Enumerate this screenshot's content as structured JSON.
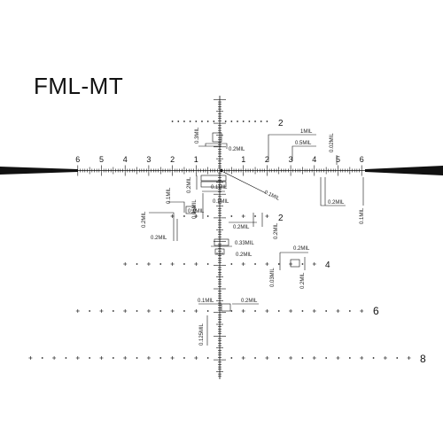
{
  "title": "FML-MT",
  "horizontal_numbers": [
    "6",
    "5",
    "4",
    "3",
    "2",
    "1",
    "1",
    "2",
    "3",
    "4",
    "5",
    "6"
  ],
  "row_numbers": [
    "2",
    "2",
    "4",
    "6",
    "8"
  ],
  "annotations": {
    "a_03mil": "0.3MIL",
    "a_02mil_top": "0.2MIL",
    "a_1mil": "1MIL",
    "a_05mil": "0.5MIL",
    "a_002mil": "0.02MIL",
    "a_01mil_v": "0.1MIL",
    "a_02mil_v": "0.2MIL",
    "a_01mil_h": "0.1MIL",
    "a_005mil": "0.05MIL",
    "a_01mil_diag": "0.1MIL",
    "a_01mil_small": "0.1MIL",
    "a_02mil_right": "0.2MIL",
    "a_01mil_far": "0.1MIL",
    "a_02mil_left_v": "0.2MIL",
    "a_01mil_left": "0.1MIL",
    "a_02mil_left_low": "0.2MIL",
    "a_02mil_center": "0.2MIL",
    "a_02mil_vert": "0.2MIL",
    "a_033mil": "0.33MIL",
    "a_02mil_c2": "0.2MIL",
    "a_02mil_r4": "0.2MIL",
    "a_003mil": "0.03MIL",
    "a_02mil_r4v": "0.2MIL",
    "a_01mil_r6": "0.1MIL",
    "a_02mil_r6": "0.2MIL",
    "a_0125mil": "0.125MIL"
  }
}
